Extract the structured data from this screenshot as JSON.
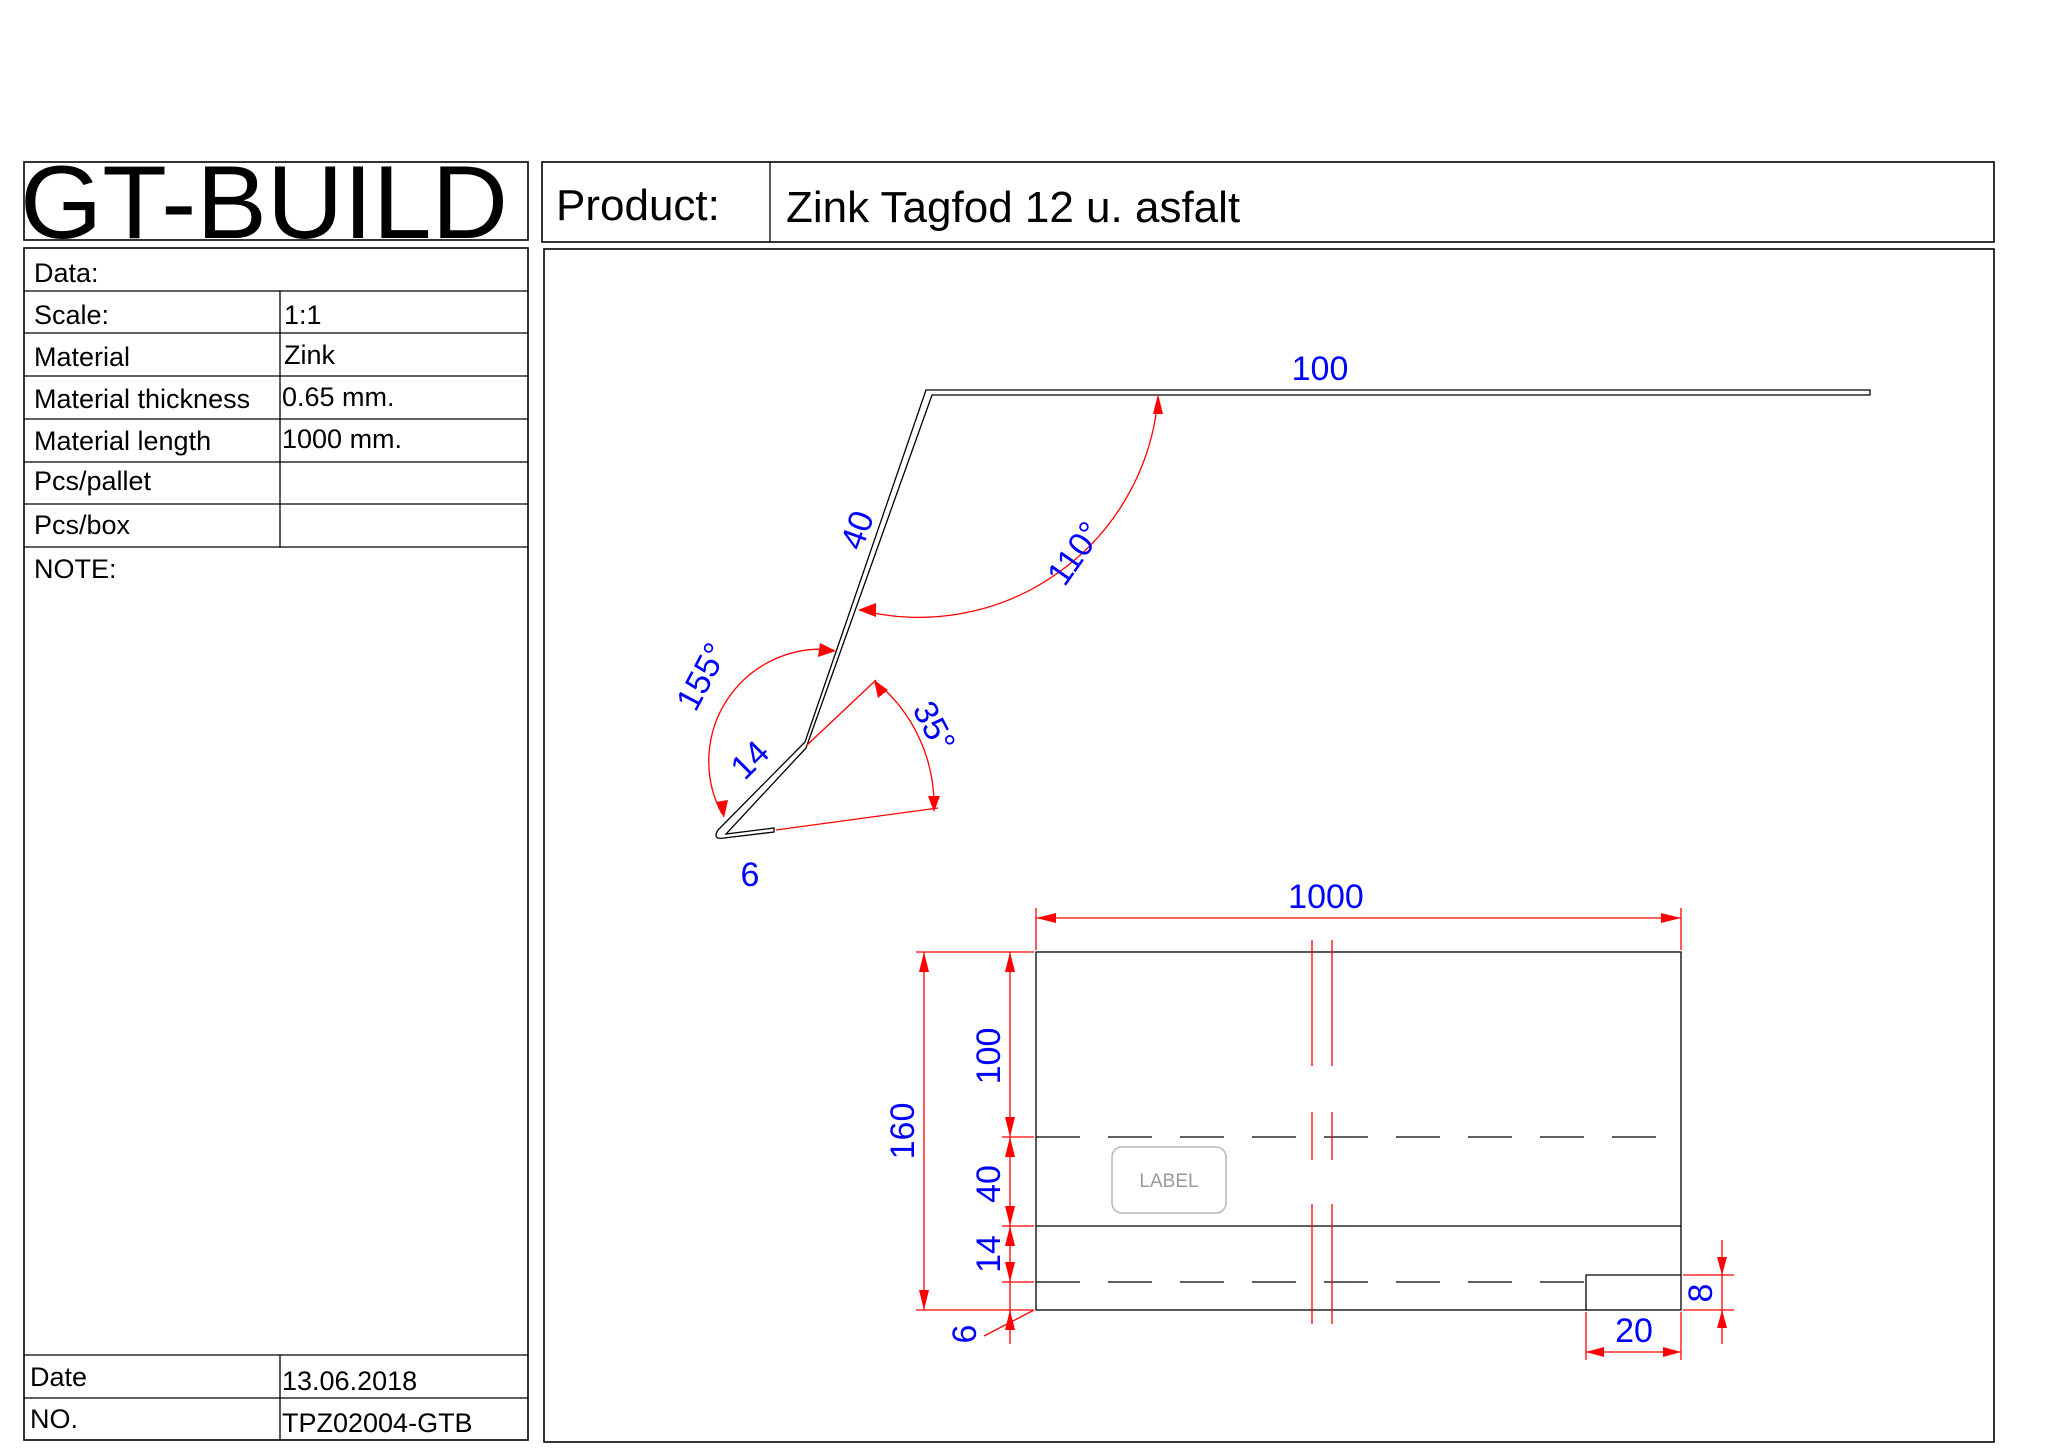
{
  "logo": "GT-BUILD",
  "product_label": "Product:",
  "product_name": "Zink Tagfod 12 u. asfalt",
  "info": {
    "data_label": "Data:",
    "scale_label": "Scale:",
    "scale_value": "1:1",
    "material_label": "Material",
    "material_value": "Zink",
    "thickness_label": "Material thickness",
    "thickness_value": "0.65 mm.",
    "length_label": "Material length",
    "length_value": "1000 mm.",
    "pcs_pallet_label": "Pcs/pallet",
    "pcs_pallet_value": "",
    "pcs_box_label": "Pcs/box",
    "pcs_box_value": "",
    "note_label": "NOTE:",
    "date_label": "Date",
    "date_value": "13.06.2018",
    "no_label": "NO.",
    "no_value": "TPZ02004-GTB"
  },
  "profile": {
    "dim_top": "100",
    "dim_slope": "40",
    "dim_hook": "14",
    "dim_fold": "6",
    "angle_110": "110°",
    "angle_155": "155°",
    "angle_35": "35°"
  },
  "plan": {
    "dim_width": "1000",
    "dim_total": "160",
    "dim_100": "100",
    "dim_40": "40",
    "dim_14": "14",
    "dim_6": "6",
    "dim_20": "20",
    "dim_8": "8",
    "label_box": "LABEL"
  },
  "colors": {
    "dimension_line": "#ff0000",
    "dimension_text": "#0000ff",
    "outline": "#000000"
  }
}
